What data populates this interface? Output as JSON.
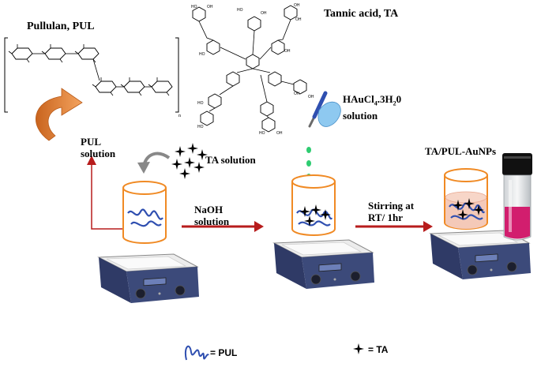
{
  "labels": {
    "pullulan": "Pullulan, PUL",
    "tannic": "Tannic acid, TA",
    "haucl4_formula": "HAuCl",
    "haucl4_sub4": "4",
    "haucl4_mid": ".3H",
    "haucl4_sub2": "2",
    "haucl4_end": "0",
    "haucl4_solution": "solution",
    "pul_solution_1": "PUL",
    "pul_solution_2": "solution",
    "ta_solution": "TA solution",
    "naoh_1": "NaOH",
    "naoh_2": "solution",
    "stir_1": "Stirring at",
    "stir_2": "RT/ 1hr",
    "product": "TA/PUL-AuNPs"
  },
  "legend": {
    "pul": "= PUL",
    "ta": "= TA"
  },
  "colors": {
    "arrow_red": "#b71c1c",
    "curved_arrow_orange": "#e07b30",
    "beaker_orange": "#f08a24",
    "pul_blue": "#2f4fb0",
    "drop_green": "#2ecc71",
    "stirrer_body": "#3c4a7a",
    "solution_pink": "#f4c9b8",
    "vial_liquid": "#d21e6e"
  },
  "icons": [
    "curved-arrow-icon",
    "gray-curved-arrow-icon",
    "pipette-hand-icon",
    "vial-icon",
    "stirrer-icon",
    "beaker-icon",
    "ta-star-icon",
    "pul-strand-icon"
  ]
}
